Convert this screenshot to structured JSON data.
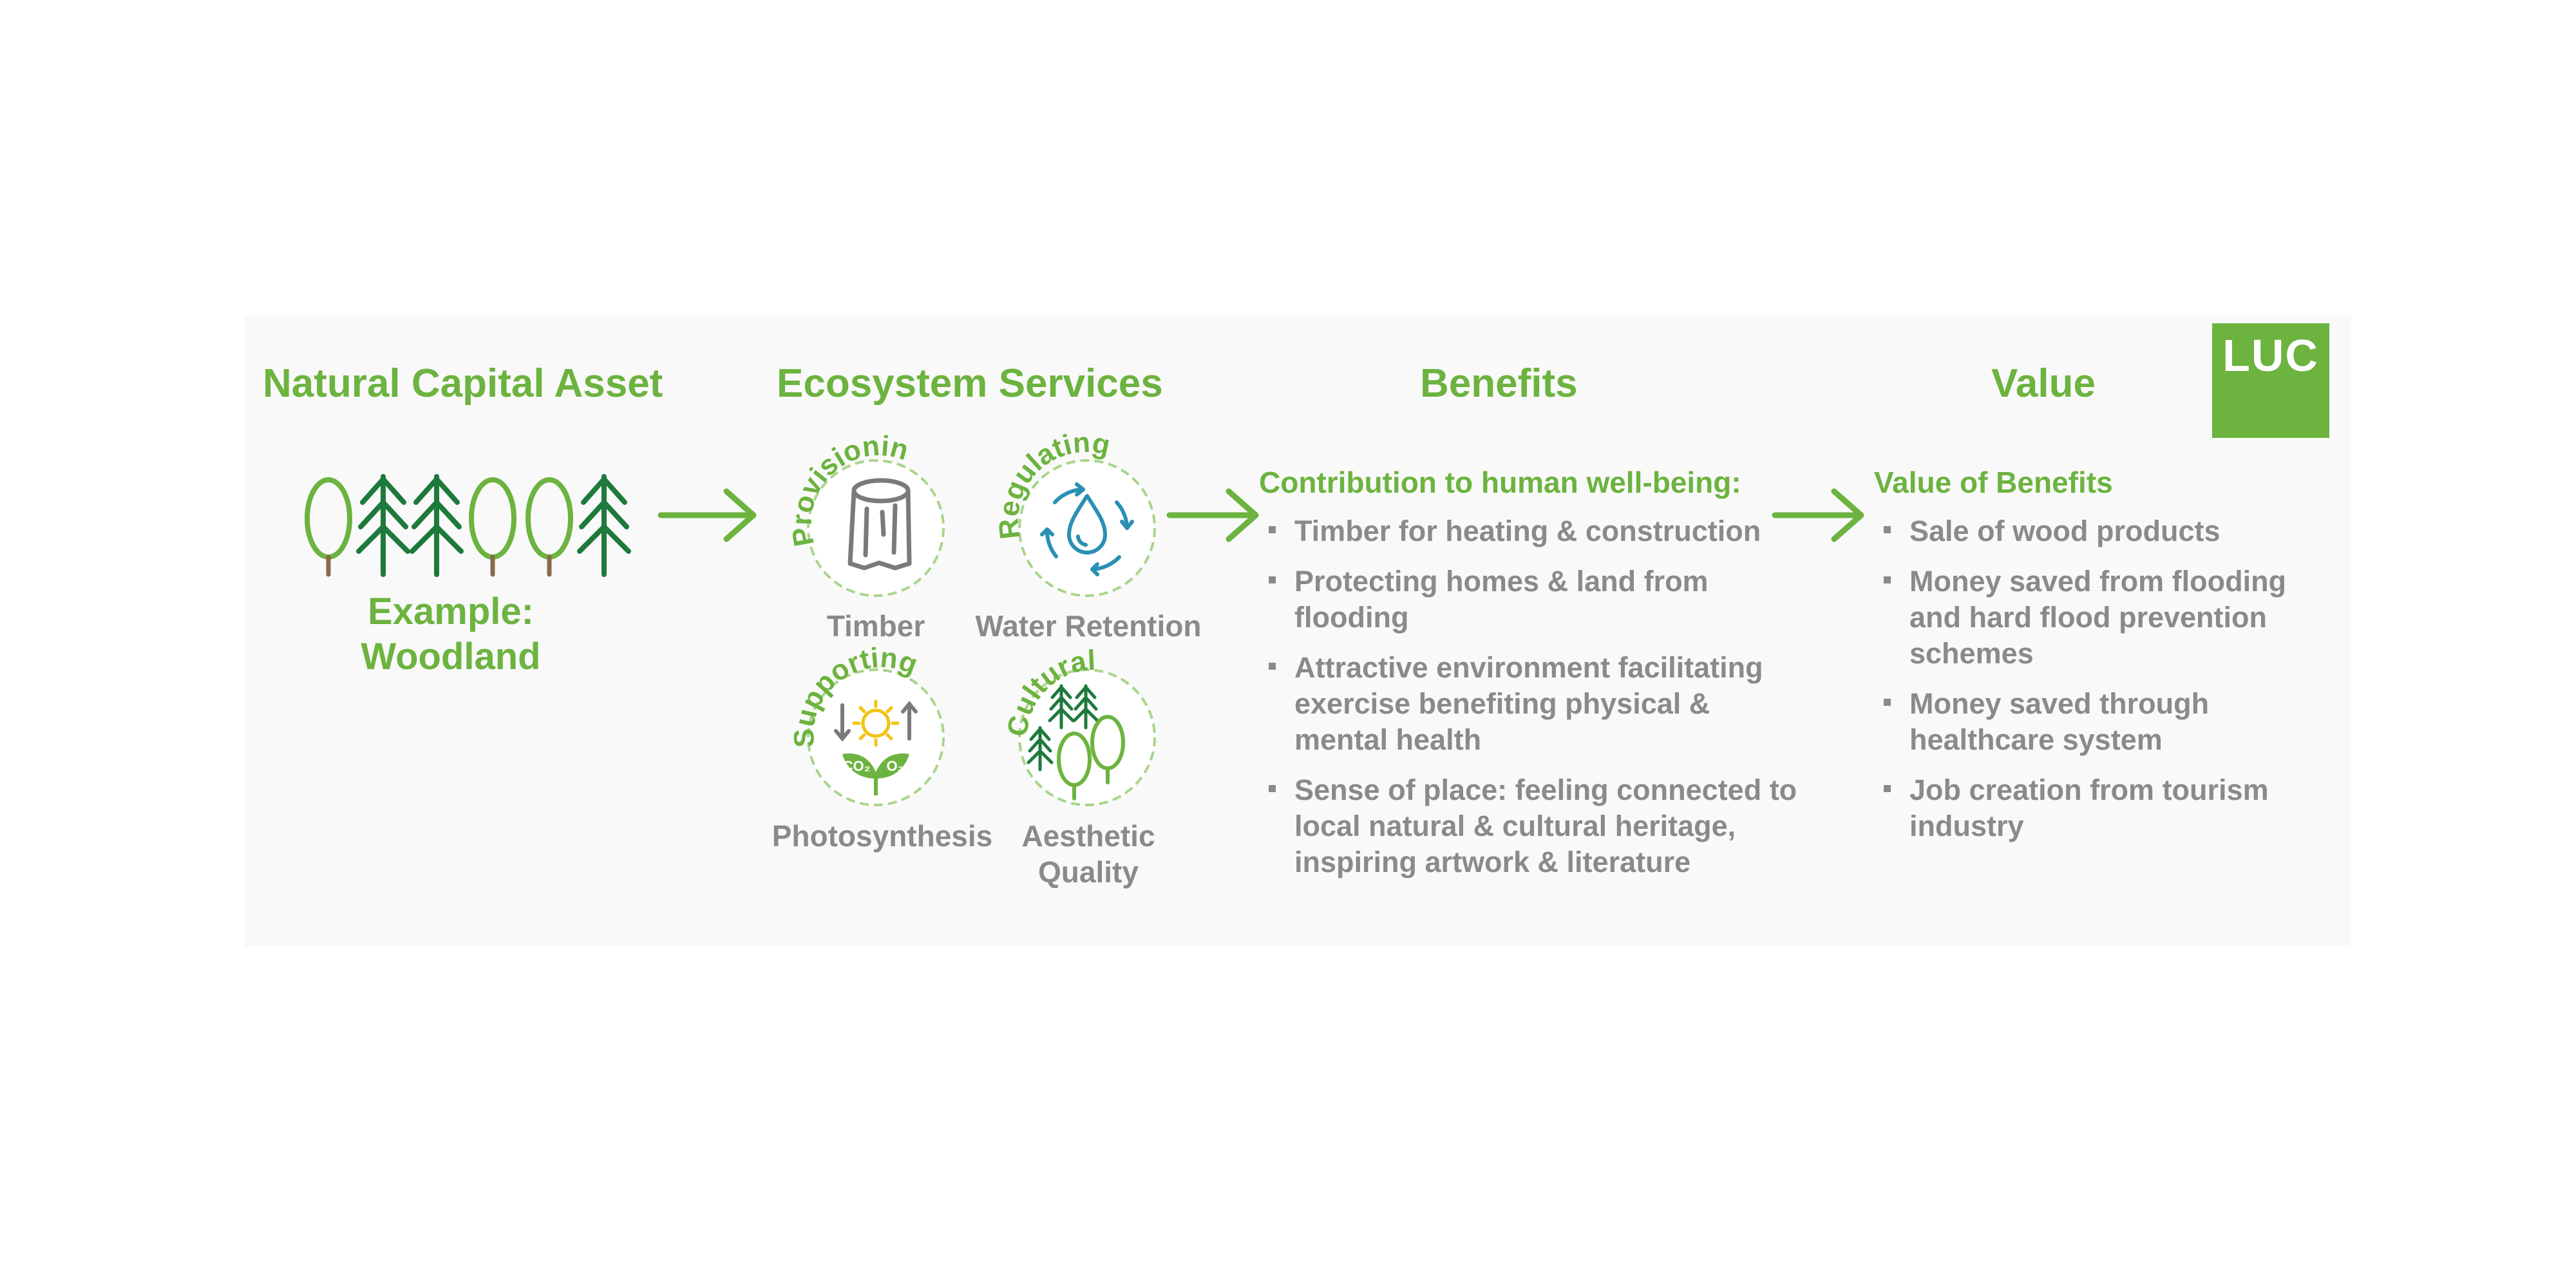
{
  "headers": {
    "asset": "Natural Capital Asset",
    "services": "Ecosystem Services",
    "benefits": "Benefits",
    "value": "Value"
  },
  "logo": "LUC",
  "asset": {
    "example_line1": "Example:",
    "example_line2": "Woodland"
  },
  "services": {
    "provisioning": {
      "category": "Provisioning",
      "label": "Timber",
      "icon": "timber-log-icon"
    },
    "regulating": {
      "category": "Regulating",
      "label": "Water Retention",
      "icon": "water-drop-cycle-icon"
    },
    "supporting": {
      "category": "Supporting",
      "label": "Photosynthesis",
      "icon": "photosynthesis-icon",
      "co2": "CO₂",
      "o2": "O₂"
    },
    "cultural": {
      "category": "Cultural",
      "label_line1": "Aesthetic",
      "label_line2": "Quality",
      "icon": "trees-icon"
    }
  },
  "benefits": {
    "title": "Contribution to human well-being:",
    "items": [
      "Timber for heating & construction",
      "Protecting homes & land from flooding",
      "Attractive environment facilitating exercise benefiting physical & mental health",
      "Sense of place: feeling connected to local natural & cultural heritage, inspiring artwork & literature"
    ]
  },
  "value": {
    "title": "Value of Benefits",
    "items": [
      "Sale of wood products",
      "Money saved from flooding and hard flood prevention schemes",
      "Money saved through healthcare system",
      "Job creation from tourism industry"
    ]
  },
  "colors": {
    "green": "#6cb33f",
    "dark_green": "#1e7a3c",
    "text_grey": "#8a8a8a",
    "water_blue": "#2b8fb3",
    "sun_yellow": "#f2c311"
  }
}
